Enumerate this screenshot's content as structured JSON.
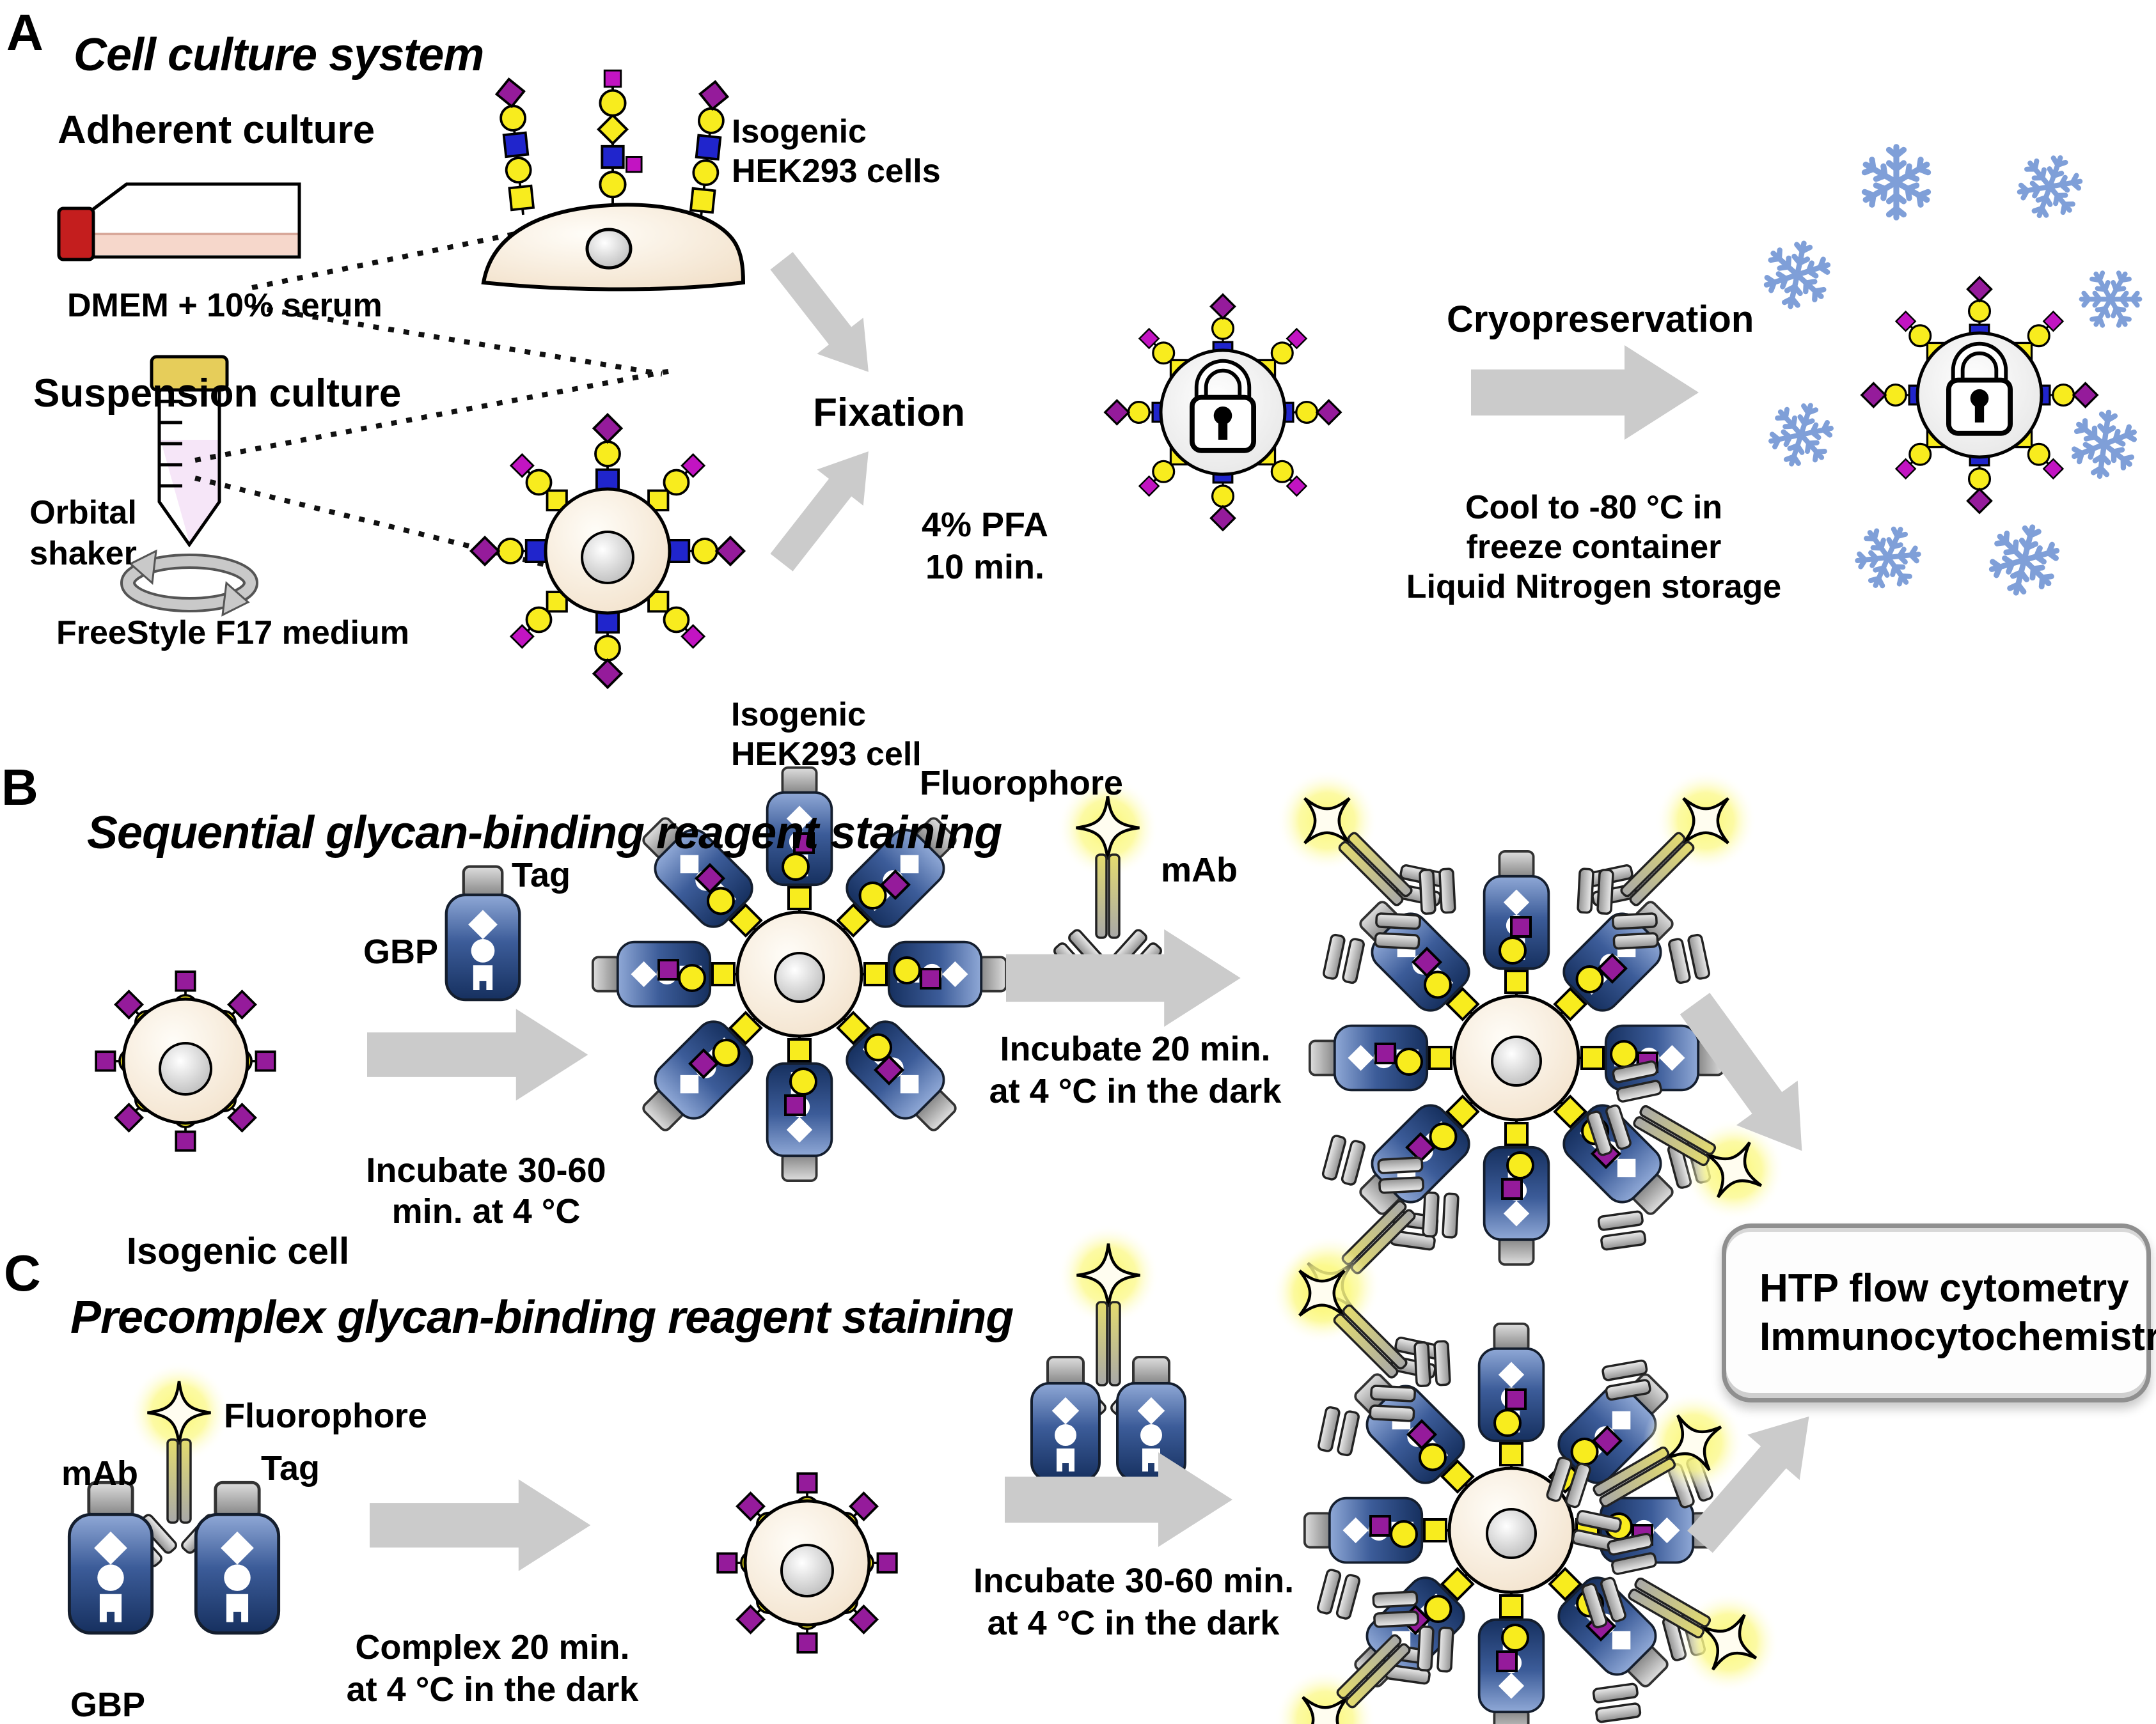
{
  "colors": {
    "glycan_yellow": "#f8ec1e",
    "glycan_blue": "#2025cc",
    "glycan_purple": "#951b9b",
    "glycan_magenta": "#c214c2",
    "gbp_bottle_blue": "#2d4f8f",
    "cap_gray": "#9e9e9e",
    "process_arrow_gray": "#cbcbcb",
    "snowflake_blue": "#7f9fd8",
    "cell_cream": "#f6e7d4",
    "fluorophore_glow": "#fbf76b",
    "flask_cap_red": "#c41e1e",
    "tube_cap_yellow": "#e6cd5a",
    "flask_medium_pink": "#f6d7cb",
    "tube_medium_lavender": "#f6e6f8"
  },
  "panel_a": {
    "label": "A",
    "title": "Cell culture system",
    "adherent_heading": "Adherent culture",
    "adherent_medium": "DMEM + 10% serum",
    "adherent_cell_line1": "Isogenic",
    "adherent_cell_line2": "HEK293 cells",
    "suspension_heading": "Suspension culture",
    "shaker_line1": "Orbital",
    "shaker_line2": "shaker",
    "suspension_medium": "FreeStyle F17 medium",
    "suspension_cell_line1": "Isogenic",
    "suspension_cell_line2": "HEK293 cell",
    "fixation_title": "Fixation",
    "fixation_line1": "4% PFA",
    "fixation_line2": "10 min.",
    "cryo_title": "Cryopreservation",
    "cryo_line1": "Cool to -80 °C in",
    "cryo_line2": "freeze container",
    "cryo_line3": "Liquid Nitrogen storage"
  },
  "panel_b": {
    "label": "B",
    "title": "Sequential glycan-binding reagent staining",
    "cell_label": "Isogenic cell",
    "gbp": "GBP",
    "tag": "Tag",
    "step1_line1": "Incubate 30-60",
    "step1_line2": "min. at 4 °C",
    "fluorophore": "Fluorophore",
    "mab": "mAb",
    "step2_line1": "Incubate 20 min.",
    "step2_line2": "at 4 °C in the dark"
  },
  "panel_c": {
    "label": "C",
    "title": "Precomplex glycan-binding reagent staining",
    "mab": "mAb",
    "fluorophore": "Fluorophore",
    "tag": "Tag",
    "gbp": "GBP",
    "step1_line1": "Complex 20 min.",
    "step1_line2": "at 4 °C in the dark",
    "step2_line1": "Incubate 30-60 min.",
    "step2_line2": "at 4 °C in the dark"
  },
  "output_box": {
    "line1": "HTP flow cytometry",
    "line2": "Immunocytochemistry"
  }
}
